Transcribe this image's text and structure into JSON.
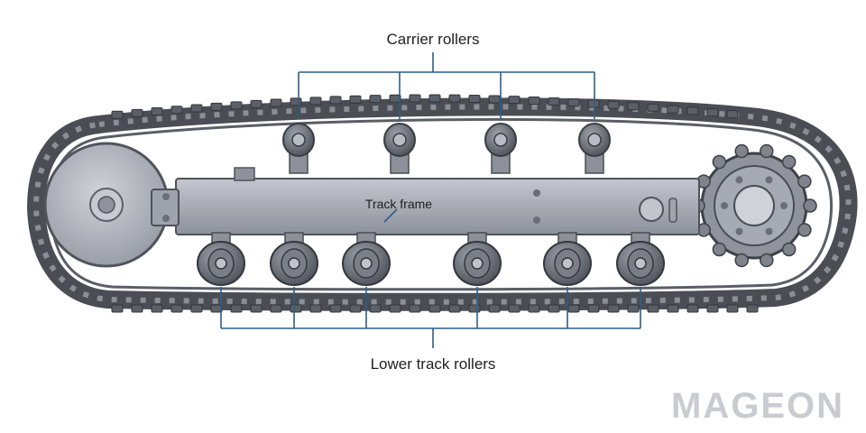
{
  "labels": {
    "carrier_rollers": "Carrier rollers",
    "track_frame": "Track frame",
    "lower_track_rollers": "Lower track rollers"
  },
  "logo": {
    "text": "MAGEON"
  },
  "colors": {
    "leader_line": "#2d5e86",
    "chain": "#4a4d54",
    "chain_light": "#7a7e86",
    "frame": "#a6aab4",
    "frame_dark": "#6c707a",
    "idler": "#b3b7bf",
    "logo": "#c9cbd0",
    "background": "#ffffff"
  },
  "components": {
    "carrier_roller_count": 4,
    "lower_roller_count": 6
  }
}
